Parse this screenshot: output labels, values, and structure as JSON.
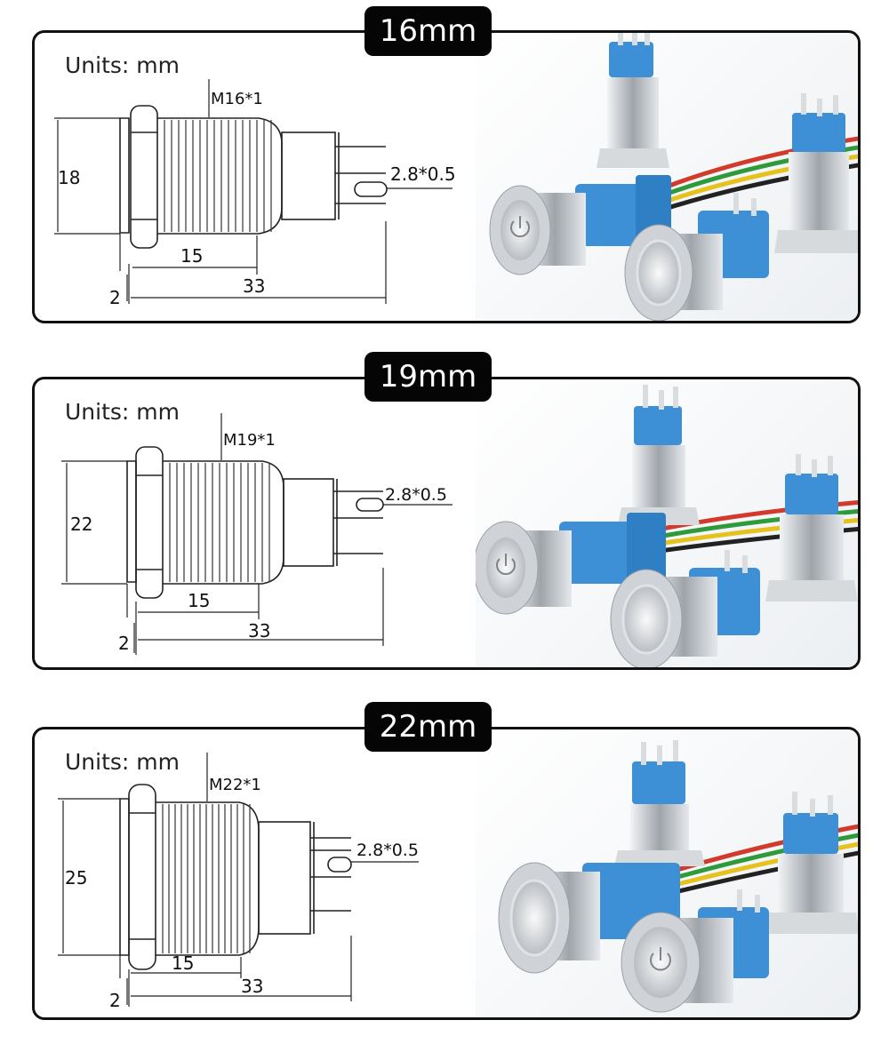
{
  "panels": [
    {
      "size_label": "16mm",
      "units_label": "Units: mm",
      "thread_label": "M16*1",
      "terminal_label": "2.8*0.5",
      "height_dim": "18",
      "thread_len_dim": "15",
      "total_len_dim": "33",
      "flange_dim": "2",
      "photo_button_icons": [
        "power-symbol-icon",
        "ring-icon"
      ]
    },
    {
      "size_label": "19mm",
      "units_label": "Units: mm",
      "thread_label": "M19*1",
      "terminal_label": "2.8*0.5",
      "height_dim": "22",
      "thread_len_dim": "15",
      "total_len_dim": "33",
      "flange_dim": "2",
      "photo_button_icons": [
        "power-symbol-icon",
        "ring-icon"
      ]
    },
    {
      "size_label": "22mm",
      "units_label": "Units: mm",
      "thread_label": "M22*1",
      "terminal_label": "2.8*0.5",
      "height_dim": "25",
      "thread_len_dim": "15",
      "total_len_dim": "33",
      "flange_dim": "2",
      "photo_button_icons": [
        "ring-icon",
        "power-symbol-icon"
      ]
    }
  ],
  "colors": {
    "tag_background": "#050505",
    "connector_blue": "#3d8fd6",
    "metal": "#c8ccd0",
    "wire_red": "#d23b2b",
    "wire_green": "#2f9a3a",
    "wire_yellow": "#e5c21c",
    "wire_black": "#222222"
  }
}
